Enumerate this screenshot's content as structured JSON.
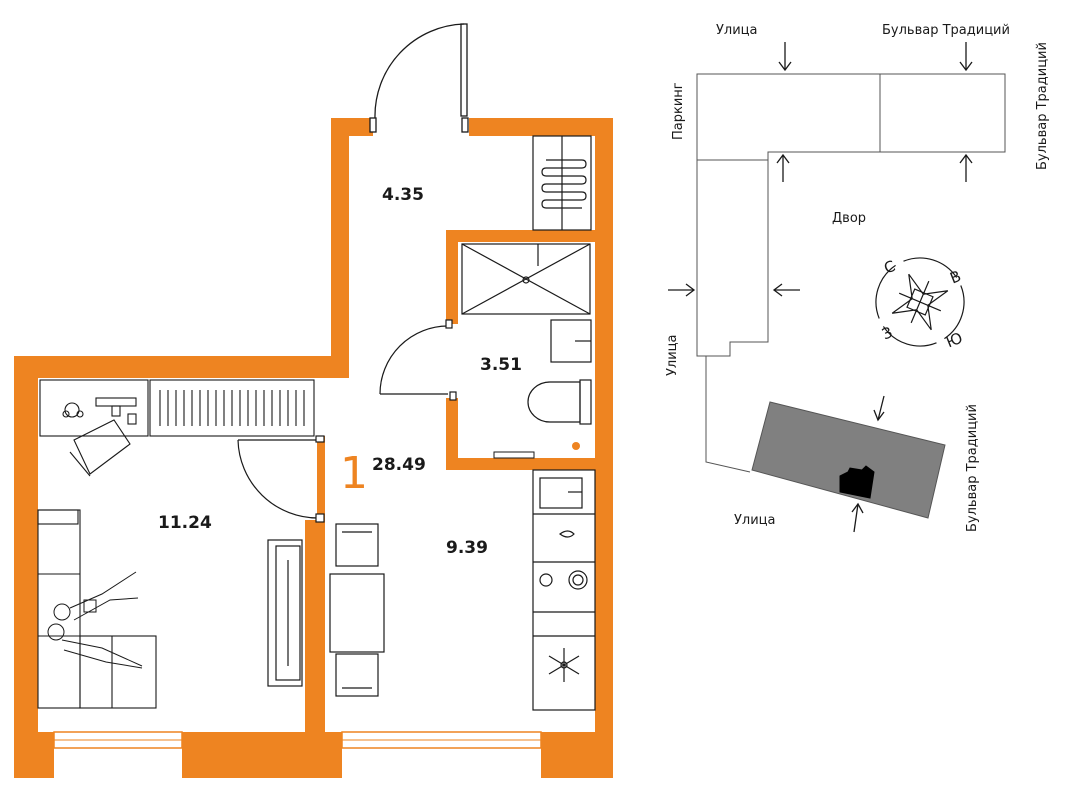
{
  "colors": {
    "wall": "#EE8421",
    "line": "#1a1a1a",
    "building": "#808080",
    "accent": "#EE8421"
  },
  "plan": {
    "room_count": "1",
    "total_area": "28.49",
    "rooms": [
      {
        "id": "hall",
        "area": "4.35"
      },
      {
        "id": "bathroom",
        "area": "3.51"
      },
      {
        "id": "living",
        "area": "11.24"
      },
      {
        "id": "kitchen",
        "area": "9.39"
      }
    ]
  },
  "site_map": {
    "labels": {
      "street_top": "Улица",
      "blvd_top": "Бульвар Традиций",
      "blvd_right_top": "Бульвар Традиций",
      "parking": "Паркинг",
      "yard": "Двор",
      "street_left": "Улица",
      "street_bottom": "Улица",
      "blvd_right_bottom": "Бульвар Традиций"
    },
    "compass": {
      "north": "С",
      "east": "В",
      "south": "Ю",
      "west": "З"
    }
  }
}
